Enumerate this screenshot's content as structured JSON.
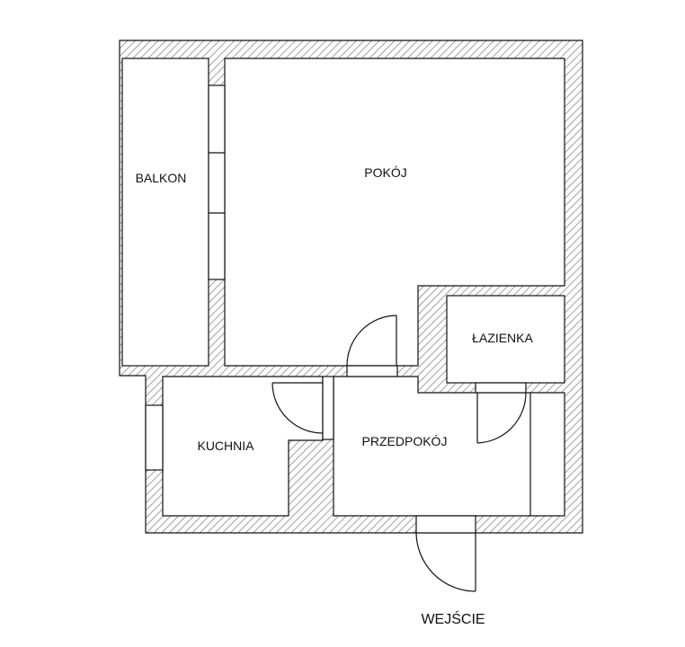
{
  "rooms": {
    "balkon": "BALKON",
    "pokoj": "POKÓJ",
    "lazienka": "ŁAZIENKA",
    "kuchnia": "KUCHNIA",
    "przedpokoj": "PRZEDPOKÓJ"
  },
  "entrance": "WEJŚCIE",
  "colors": {
    "wall_hatch": "#8a8a8a",
    "line": "#111111",
    "background": "#ffffff"
  }
}
